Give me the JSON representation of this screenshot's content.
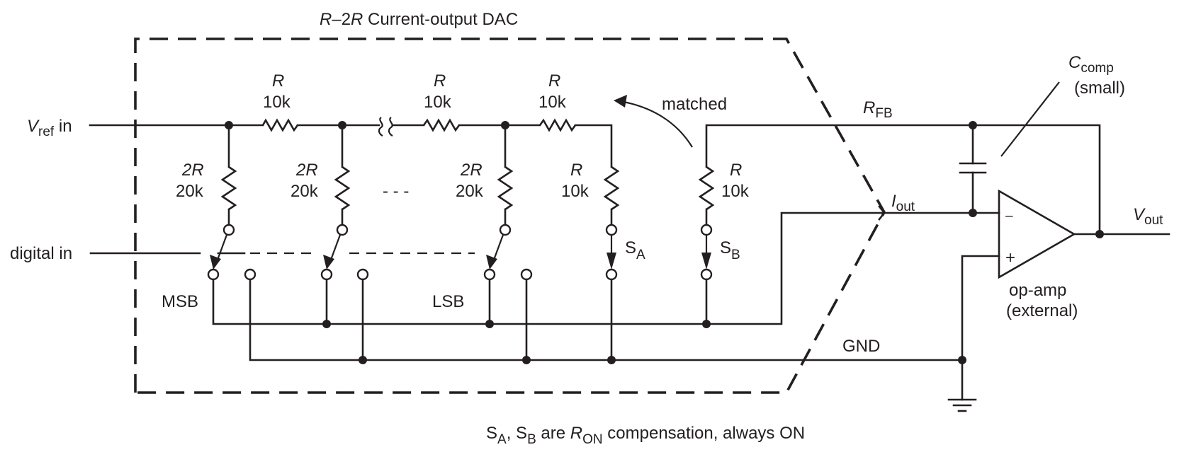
{
  "title": {
    "r_italic_1": "R",
    "dash": "–2",
    "r_italic_2": "R",
    "rest": " Current-output DAC"
  },
  "inputs": {
    "vref": {
      "main": "V",
      "sub": "ref",
      "suffix": " in"
    },
    "digital": "digital in"
  },
  "ladder": {
    "series": [
      {
        "symbol": "R",
        "value": "10k"
      },
      {
        "symbol": "R",
        "value": "10k"
      },
      {
        "symbol": "R",
        "value": "10k"
      }
    ],
    "shunts": [
      {
        "symbol": "2R",
        "value": "20k"
      },
      {
        "symbol": "2R",
        "value": "20k"
      },
      {
        "symbol": "2R",
        "value": "20k"
      },
      {
        "symbol": "R",
        "value": "10k"
      }
    ],
    "ellipsis": "- - -",
    "msb_label": "MSB",
    "lsb_label": "LSB"
  },
  "switches": {
    "sa": {
      "main": "S",
      "sub": "A"
    },
    "sb": {
      "main": "S",
      "sub": "B"
    }
  },
  "feedback": {
    "resistor": {
      "symbol": "R",
      "value": "10k"
    },
    "rfb": {
      "main": "R",
      "sub": "FB"
    },
    "matched_label": "matched"
  },
  "output": {
    "iout": {
      "main": "I",
      "sub": "out"
    },
    "vout": {
      "main": "V",
      "sub": "out"
    },
    "ccomp": {
      "main": "C",
      "sub": "comp",
      "note": "(small)"
    },
    "opamp": {
      "line1": "op-amp",
      "line2": "(external)",
      "minus": "–",
      "plus": "+"
    },
    "gnd": "GND"
  },
  "footnote": {
    "s1": "S",
    "s1_sub": "A",
    "sep": ", ",
    "s2": "S",
    "s2_sub": "B",
    "mid": " are ",
    "r": "R",
    "r_sub": "ON",
    "end": " compensation, always ON"
  }
}
